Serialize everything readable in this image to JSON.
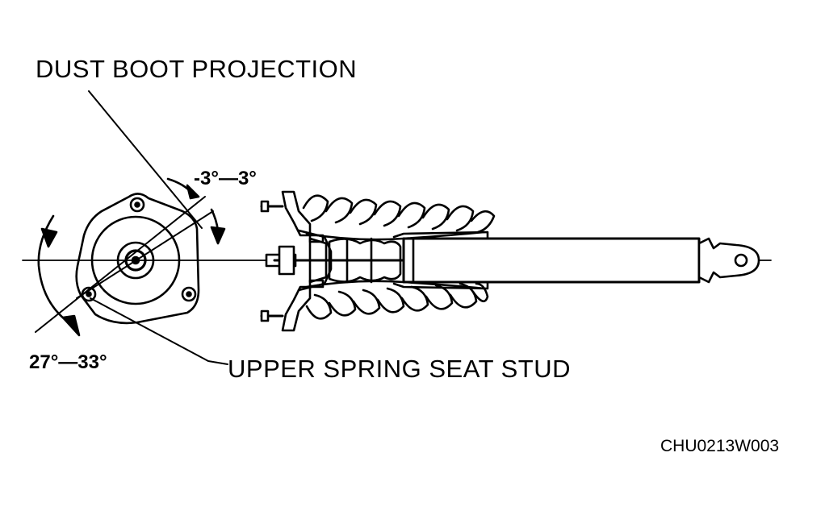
{
  "labels": {
    "dust_boot_projection": "DUST BOOT PROJECTION",
    "upper_spring_seat_stud": "UPPER SPRING SEAT STUD",
    "angle_small": "-3°—3°",
    "angle_large": "27°—33°",
    "figure_code": "CHU0213W003"
  },
  "colors": {
    "ink": "#000000",
    "background": "#ffffff"
  }
}
